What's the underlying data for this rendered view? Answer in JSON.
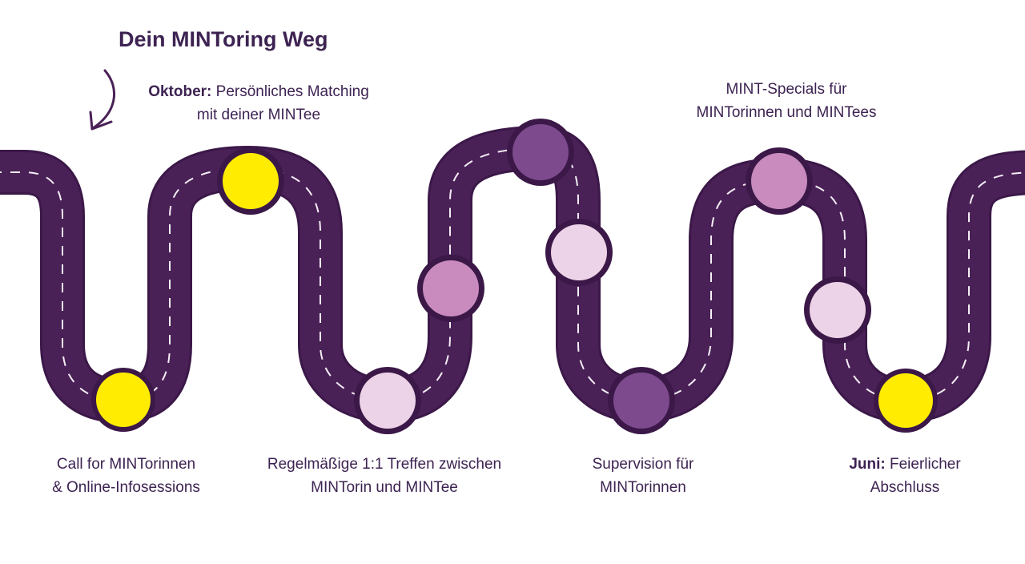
{
  "title": "Dein MINToring Weg",
  "colors": {
    "road": "#4a2157",
    "road_edge": "#3b1848",
    "lane_marking": "#f4eef5",
    "text": "#3d2352",
    "yellow": "#ffec00",
    "violet": "#7d4a8e",
    "pink": "#c98bbd",
    "light_pink": "#ecd3e7"
  },
  "icons": {
    "arrow": "curved-arrow-down-left-icon"
  },
  "milestones": [
    {
      "id": "call",
      "color": "yellow"
    },
    {
      "id": "oktober",
      "color": "yellow"
    },
    {
      "id": "treffen",
      "color": "light_pink"
    },
    {
      "id": "m4",
      "color": "pink"
    },
    {
      "id": "m5",
      "color": "violet"
    },
    {
      "id": "m6",
      "color": "light_pink"
    },
    {
      "id": "supervision",
      "color": "violet"
    },
    {
      "id": "specials",
      "color": "pink"
    },
    {
      "id": "m9",
      "color": "light_pink"
    },
    {
      "id": "juni",
      "color": "yellow"
    }
  ],
  "labels": {
    "oktober": {
      "strong": "Oktober:",
      "line1": " Persönliches Matching",
      "line2": "mit deiner MINTee"
    },
    "specials": {
      "line1": "MINT-Specials für",
      "line2": "MINTorinnen und MINTees"
    },
    "call": {
      "line1": "Call for MINTorinnen",
      "line2": "& Online-Infosessions"
    },
    "treffen": {
      "line1": "Regelmäßige 1:1 Treffen zwischen",
      "line2": "MINTorin und MINTee"
    },
    "supervision": {
      "line1": "Supervision für",
      "line2": "MINTorinnen"
    },
    "juni": {
      "strong": "Juni:",
      "line1": " Feierlicher",
      "line2": "Abschluss"
    }
  }
}
